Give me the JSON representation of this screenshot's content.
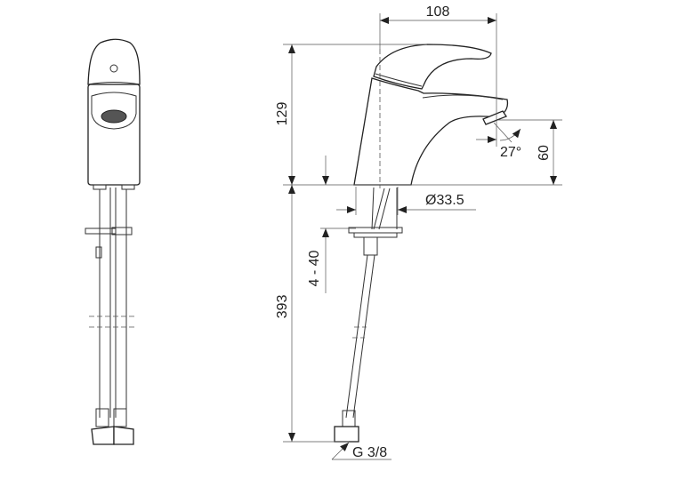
{
  "title": "Faucet technical dimension drawing",
  "dimensions": {
    "reach": "108",
    "height_total": "129",
    "spout_height": "60",
    "spout_angle": "27°",
    "base_diameter": "Ø33.5",
    "deck_thickness": "4 - 40",
    "hose_length": "393",
    "connection": "G 3/8"
  },
  "colors": {
    "line": "#222222",
    "background": "#ffffff"
  }
}
